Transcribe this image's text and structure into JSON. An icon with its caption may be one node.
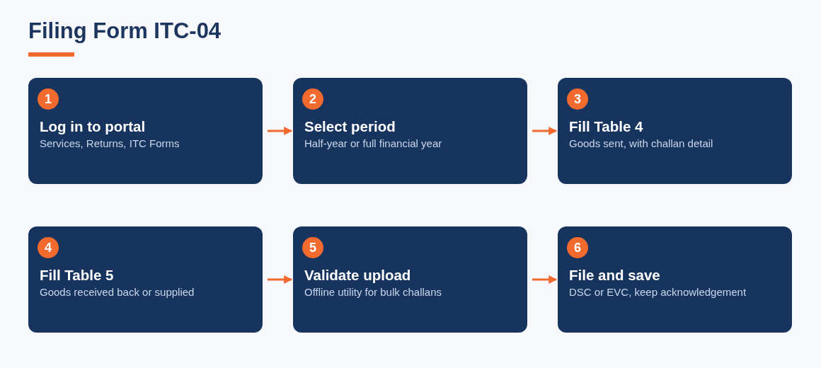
{
  "diagram": {
    "title": "Filing Form ITC-04",
    "nodes": [
      {
        "text": [
          "1",
          "Log in to portal",
          "Services, Returns, ITC Forms"
        ]
      },
      {
        "text": [
          "2",
          "Select period",
          "Half-year or full financial year"
        ]
      },
      {
        "text": [
          "3",
          "Fill Table 4",
          "Goods sent, with challan detail"
        ]
      },
      {
        "text": [
          "4",
          "Fill Table 5",
          "Goods received back or supplied"
        ]
      },
      {
        "text": [
          "5",
          "Validate upload",
          "Offline utility for bulk challans"
        ]
      },
      {
        "text": [
          "6",
          "File and save",
          "DSC or EVC, keep acknowledgement"
        ]
      }
    ],
    "edges": [
      {
        "from": 0,
        "to": 1,
        "arrow": "to"
      },
      {
        "from": 1,
        "to": 2,
        "arrow": "to"
      },
      {
        "from": 3,
        "to": 4,
        "arrow": "to"
      },
      {
        "from": 4,
        "to": 5,
        "arrow": "to"
      }
    ]
  }
}
